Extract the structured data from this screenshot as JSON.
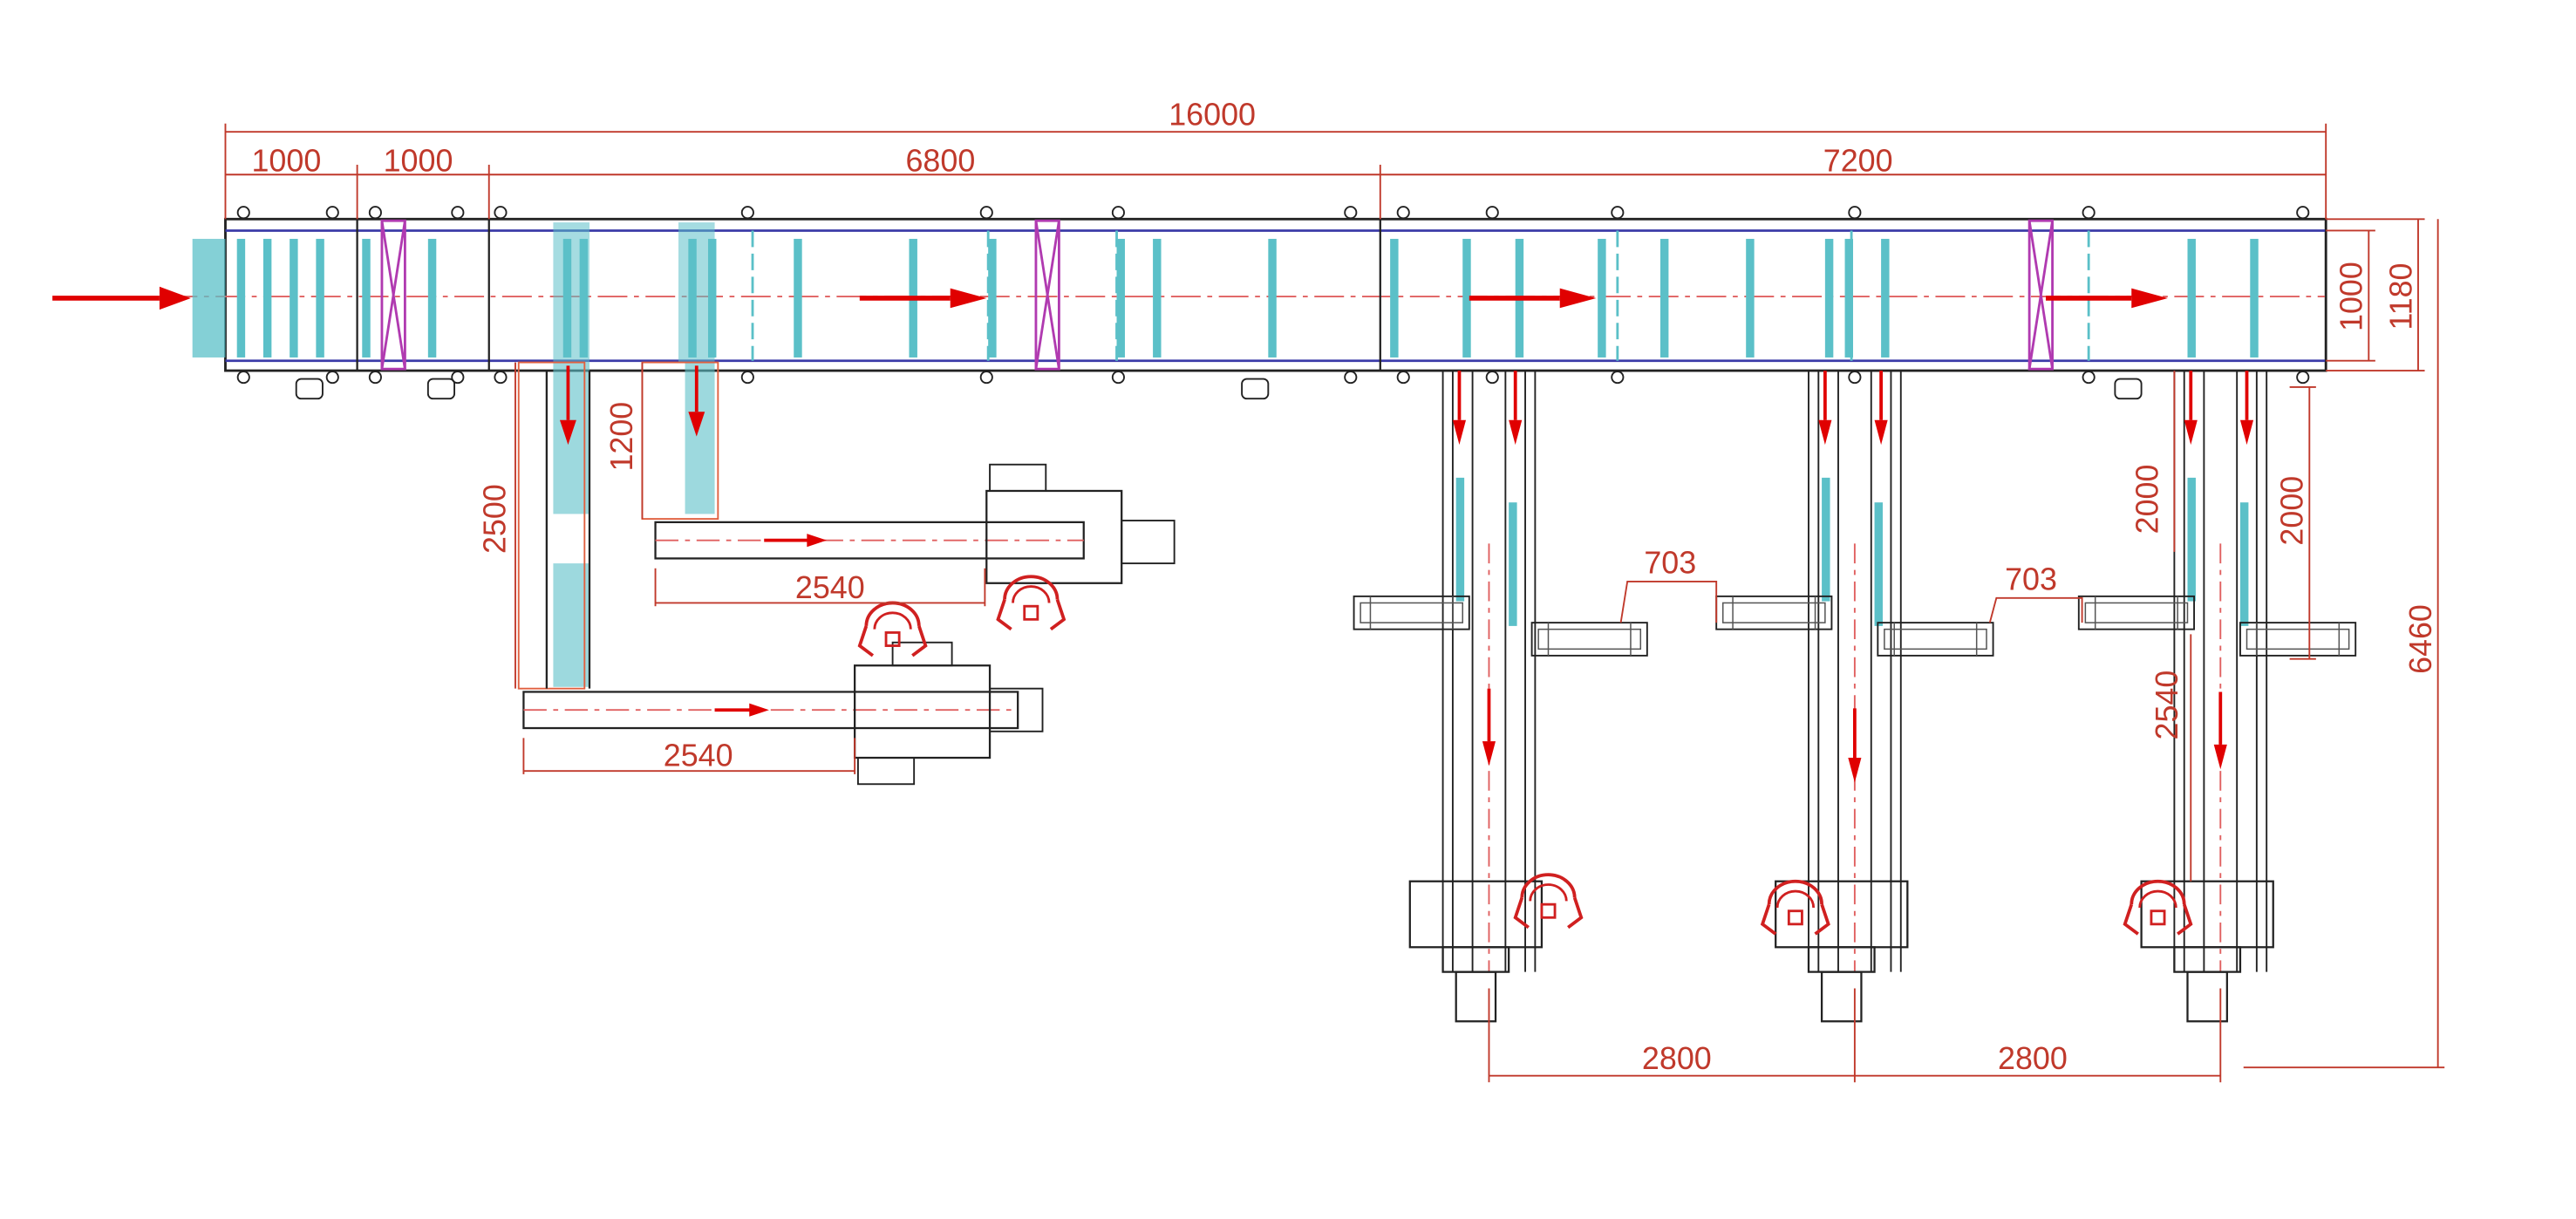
{
  "dimensions": {
    "total_length": "16000",
    "seg_1": "1000",
    "seg_2": "1000",
    "seg_3": "6800",
    "seg_4": "7200",
    "width_inner": "1000",
    "width_outer": "1180",
    "total_height": "6460",
    "branch_long": "2500",
    "branch_short": "1200",
    "conveyor_upper": "2540",
    "conveyor_lower": "2540",
    "gap_1": "703",
    "gap_2": "703",
    "drop_1": "2000",
    "drop_2": "2000",
    "arm": "2540",
    "pitch_1": "2800",
    "pitch_2": "2800"
  },
  "colors": {
    "dimension": "#c0392b",
    "conveyor_rail": "#3b3ba8",
    "roller": "#5bc0c8",
    "divider": "#b03ab0",
    "flow_arrow": "#e00000",
    "outline": "#222222"
  },
  "icons": [
    "flow-arrow-icon",
    "robot-gripper-icon"
  ]
}
